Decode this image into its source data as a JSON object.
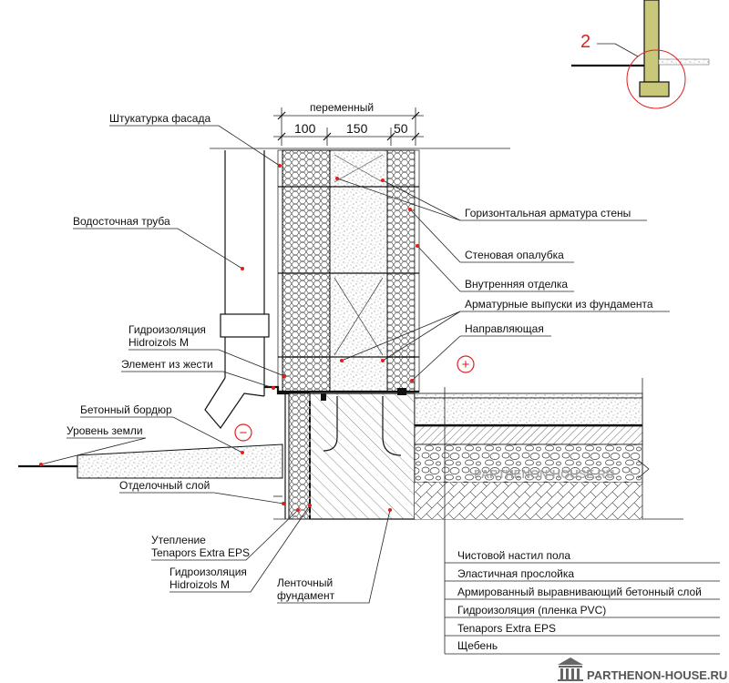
{
  "detail_number": "2",
  "dimensions": {
    "overall": "переменный",
    "d1": "100",
    "d2": "150",
    "d3": "50"
  },
  "labels": {
    "plaster": "Штукатурка фасада",
    "downpipe": "Водосточная труба",
    "waterproofing_top_1": "Гидроизоляция",
    "waterproofing_top_2": "Hidroizols M",
    "tin_element": "Элемент из жести",
    "concrete_curb": "Бетонный бордюр",
    "ground_level": "Уровень земли",
    "finish_layer": "Отделочный слой",
    "insulation_1": "Утепление",
    "insulation_2": "Tenapors Extra EPS",
    "waterproofing_bottom_1": "Гидроизоляция",
    "waterproofing_bottom_2": "Hidroizols M",
    "strip_foundation_1": "Ленточный",
    "strip_foundation_2": "фундамент",
    "horizontal_rebar": "Горизонтальная арматура стены",
    "wall_formwork": "Стеновая опалубка",
    "interior_finish": "Внутренняя отделка",
    "rebar_outlets": "Арматурные выпуски из фундамента",
    "guide": "Направляющая",
    "plus_sign": "+",
    "minus_sign": "−"
  },
  "floor_layers": [
    "Чистовой настил пола",
    "Эластичная прослойка",
    "Армированный выравнивающий бетонный слой",
    "Гидроизоляция (пленка PVC)",
    "Tenapors Extra EPS",
    "Щебень"
  ],
  "watermark": "PARTHENON-HOUSE.RU",
  "footer_logo": "PARTHENON-HOUSE.RU",
  "colors": {
    "leader_dot": "#e21d1d",
    "detail_circle": "#e21d1d",
    "post_fill": "#c9c77a"
  }
}
